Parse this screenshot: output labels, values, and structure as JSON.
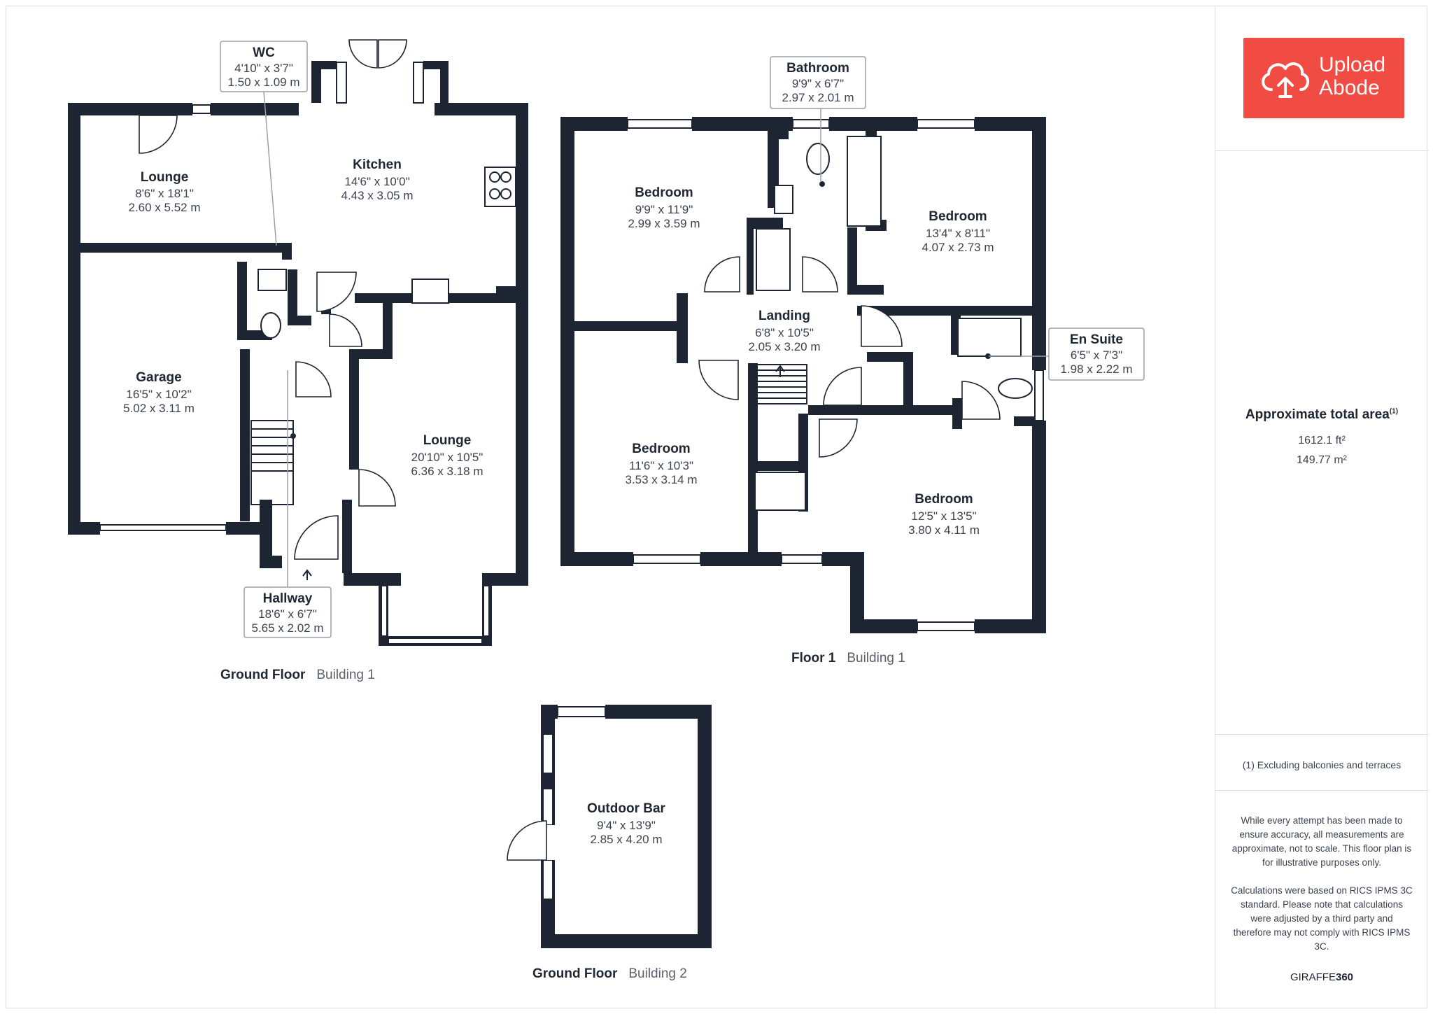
{
  "rooms": {
    "wc": {
      "name": "WC",
      "imperial": "4'10\" x 3'7\"",
      "metric": "1.50 x 1.09 m"
    },
    "lounge_small": {
      "name": "Lounge",
      "imperial": "8'6\" x 18'1\"",
      "metric": "2.60 x 5.52 m"
    },
    "kitchen": {
      "name": "Kitchen",
      "imperial": "14'6\" x 10'0\"",
      "metric": "4.43 x 3.05 m"
    },
    "garage": {
      "name": "Garage",
      "imperial": "16'5\" x 10'2\"",
      "metric": "5.02 x 3.11 m"
    },
    "lounge_large": {
      "name": "Lounge",
      "imperial": "20'10\" x 10'5\"",
      "metric": "6.36 x 3.18 m"
    },
    "hallway": {
      "name": "Hallway",
      "imperial": "18'6\" x 6'7\"",
      "metric": "5.65 x 2.02 m"
    },
    "bathroom": {
      "name": "Bathroom",
      "imperial": "9'9\" x 6'7\"",
      "metric": "2.97 x 2.01 m"
    },
    "bedroom_nw": {
      "name": "Bedroom",
      "imperial": "9'9\" x 11'9\"",
      "metric": "2.99 x 3.59 m"
    },
    "bedroom_ne": {
      "name": "Bedroom",
      "imperial": "13'4\" x 8'11\"",
      "metric": "4.07 x 2.73 m"
    },
    "landing": {
      "name": "Landing",
      "imperial": "6'8\" x 10'5\"",
      "metric": "2.05 x 3.20 m"
    },
    "ensuite": {
      "name": "En Suite",
      "imperial": "6'5\" x 7'3\"",
      "metric": "1.98 x 2.22 m"
    },
    "bedroom_sw": {
      "name": "Bedroom",
      "imperial": "11'6\" x 10'3\"",
      "metric": "3.53 x 3.14 m"
    },
    "bedroom_se": {
      "name": "Bedroom",
      "imperial": "12'5\" x 13'5\"",
      "metric": "3.80 x 4.11 m"
    },
    "outdoor_bar": {
      "name": "Outdoor Bar",
      "imperial": "9'4\" x 13'9\"",
      "metric": "2.85 x 4.20 m"
    }
  },
  "floors": {
    "ground_b1": {
      "floor": "Ground Floor",
      "building": "Building 1"
    },
    "first_b1": {
      "floor": "Floor 1",
      "building": "Building 1"
    },
    "ground_b2": {
      "floor": "Ground Floor",
      "building": "Building 2"
    }
  },
  "panel": {
    "logo_line1": "Upload",
    "logo_line2": "Abode",
    "logo_color": "#f04c43",
    "area_title": "Approximate total area",
    "area_note_marker": "(1)",
    "area_sqft": "1612.1 ft²",
    "area_sqm": "149.77 m²",
    "footnote": "(1) Excluding balconies and terraces",
    "disclaimer_1": "While every attempt has been made to ensure accuracy, all measurements are approximate, not to scale. This floor plan is for illustrative purposes only.",
    "disclaimer_2": "Calculations were based on RICS IPMS 3C standard. Please note that calculations were adjusted by a third party and therefore may not comply with RICS IPMS 3C.",
    "brand_light": "GIRAFFE",
    "brand_bold": "360"
  },
  "colors": {
    "wall": "#1d2533",
    "accent": "#f04c43"
  }
}
